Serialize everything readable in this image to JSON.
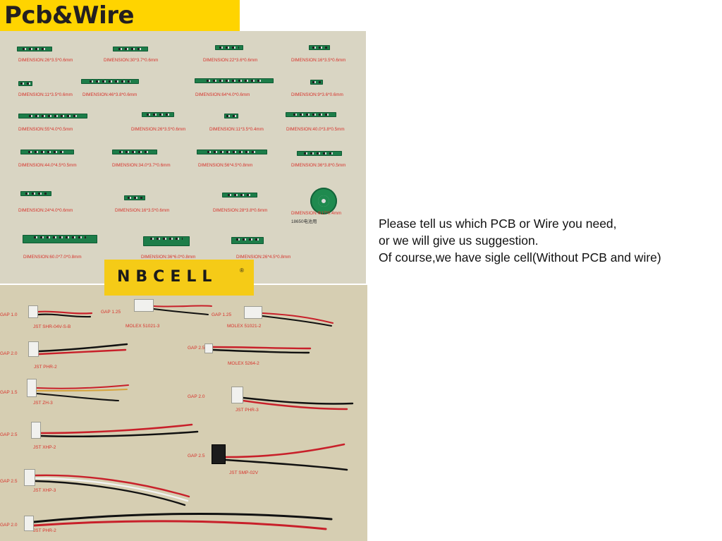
{
  "title": "Pcb&Wire",
  "logo": {
    "text": "NBCELL",
    "reg": "®"
  },
  "pcb_boards": [
    {
      "label": "DIMENSION:26*3.5*0.6mm"
    },
    {
      "label": "DIMENSION:30*3.7*0.6mm"
    },
    {
      "label": "DIMENSION:22*3.6*0.6mm"
    },
    {
      "label": "DIMENSION:16*3.5*0.6mm"
    },
    {
      "label": "DIMENSION:11*3.5*0.6mm"
    },
    {
      "label": "DIMENSION:46*3.8*0.6mm"
    },
    {
      "label": "DIMENSION:64*4.0*0.6mm"
    },
    {
      "label": "DIMENSION:9*3.6*0.6mm"
    },
    {
      "label": "DIMENSION:55*4.0*0.5mm"
    },
    {
      "label": "DIMENSION:26*3.5*0.6mm"
    },
    {
      "label": "DIMENSION:11*3.5*0.4mm"
    },
    {
      "label": "DIMENSION:40.0*3.8*0.5mm"
    },
    {
      "label": "DIMENSION:44.0*4.5*0.5mm"
    },
    {
      "label": "DIMENSION:34.0*3.7*0.6mm"
    },
    {
      "label": "DIMENSION:56*4.5*0.8mm"
    },
    {
      "label": "DIMENSION:36*3.8*0.5mm"
    },
    {
      "label": "DIMENSION:24*4.0*0.6mm"
    },
    {
      "label": "DIMENSION:16*3.5*0.6mm"
    },
    {
      "label": "DIMENSION:28*3.8*0.6mm"
    },
    {
      "label": "DIMENSION:Φ17*0.4mm",
      "note": "18650电池用"
    },
    {
      "label": "DIMENSION:60.0*7.0*0.8mm"
    },
    {
      "label": "DIMENSION:36*6.0*0.8mm"
    },
    {
      "label": "DIMENSION:26*4.5*0.8mm"
    }
  ],
  "wires": [
    {
      "gap": "GAP 1.0",
      "name": "JST SHR-04V-S-B"
    },
    {
      "gap": "GAP 1.25",
      "name": "MOLEX 51021-3"
    },
    {
      "gap": "GAP 1.25",
      "name": "MOLEX 51021-2"
    },
    {
      "gap": "GAP 2.0",
      "name": "JST PHR-2"
    },
    {
      "gap": "GAP 2.5",
      "name": "MOLEX 5264-2"
    },
    {
      "gap": "GAP 1.5",
      "name": "JST ZH-3"
    },
    {
      "gap": "GAP 2.0",
      "name": "JST PHR-3"
    },
    {
      "gap": "GAP 2.5",
      "name": "JST XHP-2"
    },
    {
      "gap": "GAP 2.5",
      "name": "JST SMP-02V"
    },
    {
      "gap": "GAP 2.5",
      "name": "JST XHP-3"
    },
    {
      "gap": "GAP 2.0",
      "name": "JST PHR-2"
    }
  ],
  "info": {
    "line1": "Please tell us which PCB or Wire you need,",
    "line2": "or we will give us suggestion.",
    "line3": "Of course,we have sigle cell(Without PCB and wire)"
  },
  "colors": {
    "title_bg": "#ffd400",
    "logo_bg": "#f5cb17",
    "label_red": "#d8322b",
    "pcb_green": "#1d7d49"
  }
}
